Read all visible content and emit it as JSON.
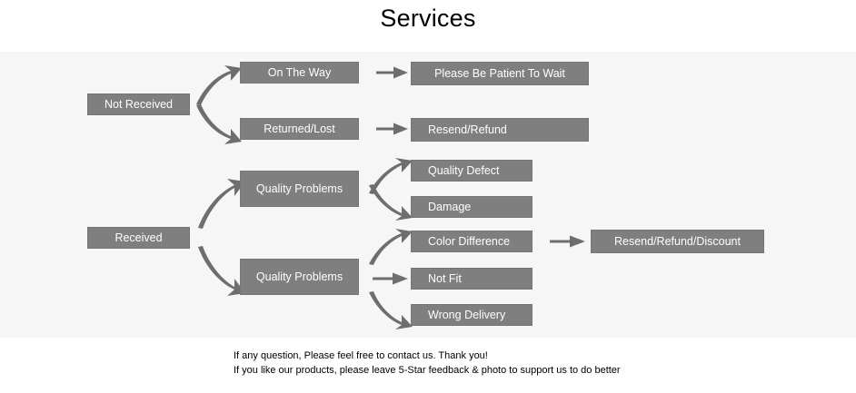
{
  "title": "Services",
  "colors": {
    "node_fill": "#7f7f7f",
    "node_border": "#767676",
    "node_text": "#ffffff",
    "panel_bg": "#f6f6f6",
    "page_bg": "#ffffff",
    "arrow": "#6e6e6e",
    "title_text": "#000000",
    "footer_text": "#000000"
  },
  "nodes": {
    "not_received": "Not Received",
    "on_the_way": "On The Way",
    "please_wait": "Please Be Patient To Wait",
    "returned_lost": "Returned/Lost",
    "resend_refund": "Resend/Refund",
    "received": "Received",
    "quality_problems_upper": "Quality Problems",
    "quality_problems_lower": "Quality Problems",
    "quality_defect": "Quality Defect",
    "damage": "Damage",
    "color_difference": "Color Difference",
    "not_fit": "Not Fit",
    "wrong_delivery": "Wrong Delivery",
    "resend_refund_discount": "Resend/Refund/Discount"
  },
  "footer": {
    "line1": "If any question, Please feel free to contact us. Thank you!",
    "line2": "If you like our products, please leave 5-Star feedback & photo to support us to do better"
  },
  "flow": {
    "type": "flowchart",
    "direction": "left-to-right",
    "branches": [
      {
        "root": "Not Received",
        "children": [
          {
            "stage": "On The Way",
            "result": "Please Be Patient To Wait"
          },
          {
            "stage": "Returned/Lost",
            "result": "Resend/Refund"
          }
        ]
      },
      {
        "root": "Received",
        "children": [
          {
            "stage": "Quality Problems",
            "issues": [
              "Quality Defect",
              "Damage"
            ]
          },
          {
            "stage": "Quality Problems",
            "issues": [
              "Color Difference",
              "Not Fit",
              "Wrong Delivery"
            ],
            "result": "Resend/Refund/Discount"
          }
        ]
      }
    ]
  }
}
